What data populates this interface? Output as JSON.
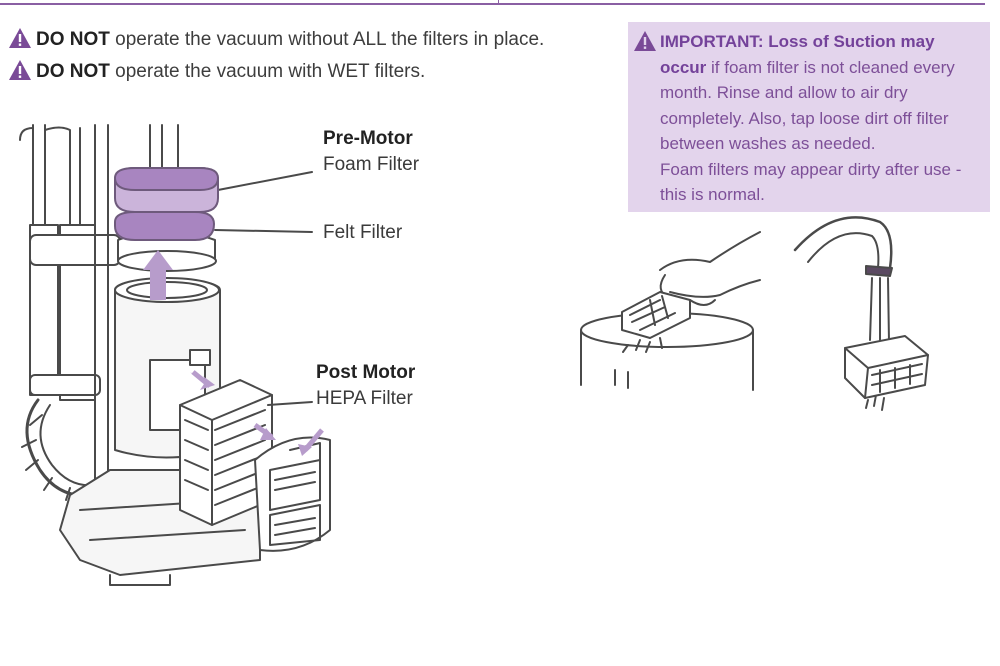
{
  "warnings": [
    {
      "emphasis": "DO NOT",
      "text": " operate the vacuum without ALL the filters in place."
    },
    {
      "emphasis": "DO NOT",
      "text": " operate the vacuum with WET filters."
    }
  ],
  "callout": {
    "heading": "IMPORTANT: Loss of Suction may occur",
    "body": " if foam filter is not cleaned every month. Rinse and allow to air dry completely. Also, tap loose dirt off filter between washes as needed.",
    "note": "Foam filters may appear dirty after use - this is normal."
  },
  "labels": {
    "pre_motor_title": "Pre-Motor",
    "pre_motor_sub": "Foam Filter",
    "felt": "Felt Filter",
    "post_motor_title": "Post Motor",
    "post_motor_sub": "HEPA Filter"
  },
  "colors": {
    "accent": "#8a5fa3",
    "callout_bg": "#e3d4ec",
    "filter_purple": "#b79ccb"
  },
  "icons": [
    "warning-icon",
    "vacuum-illustration",
    "trash-bin-illustration",
    "faucet-illustration"
  ]
}
